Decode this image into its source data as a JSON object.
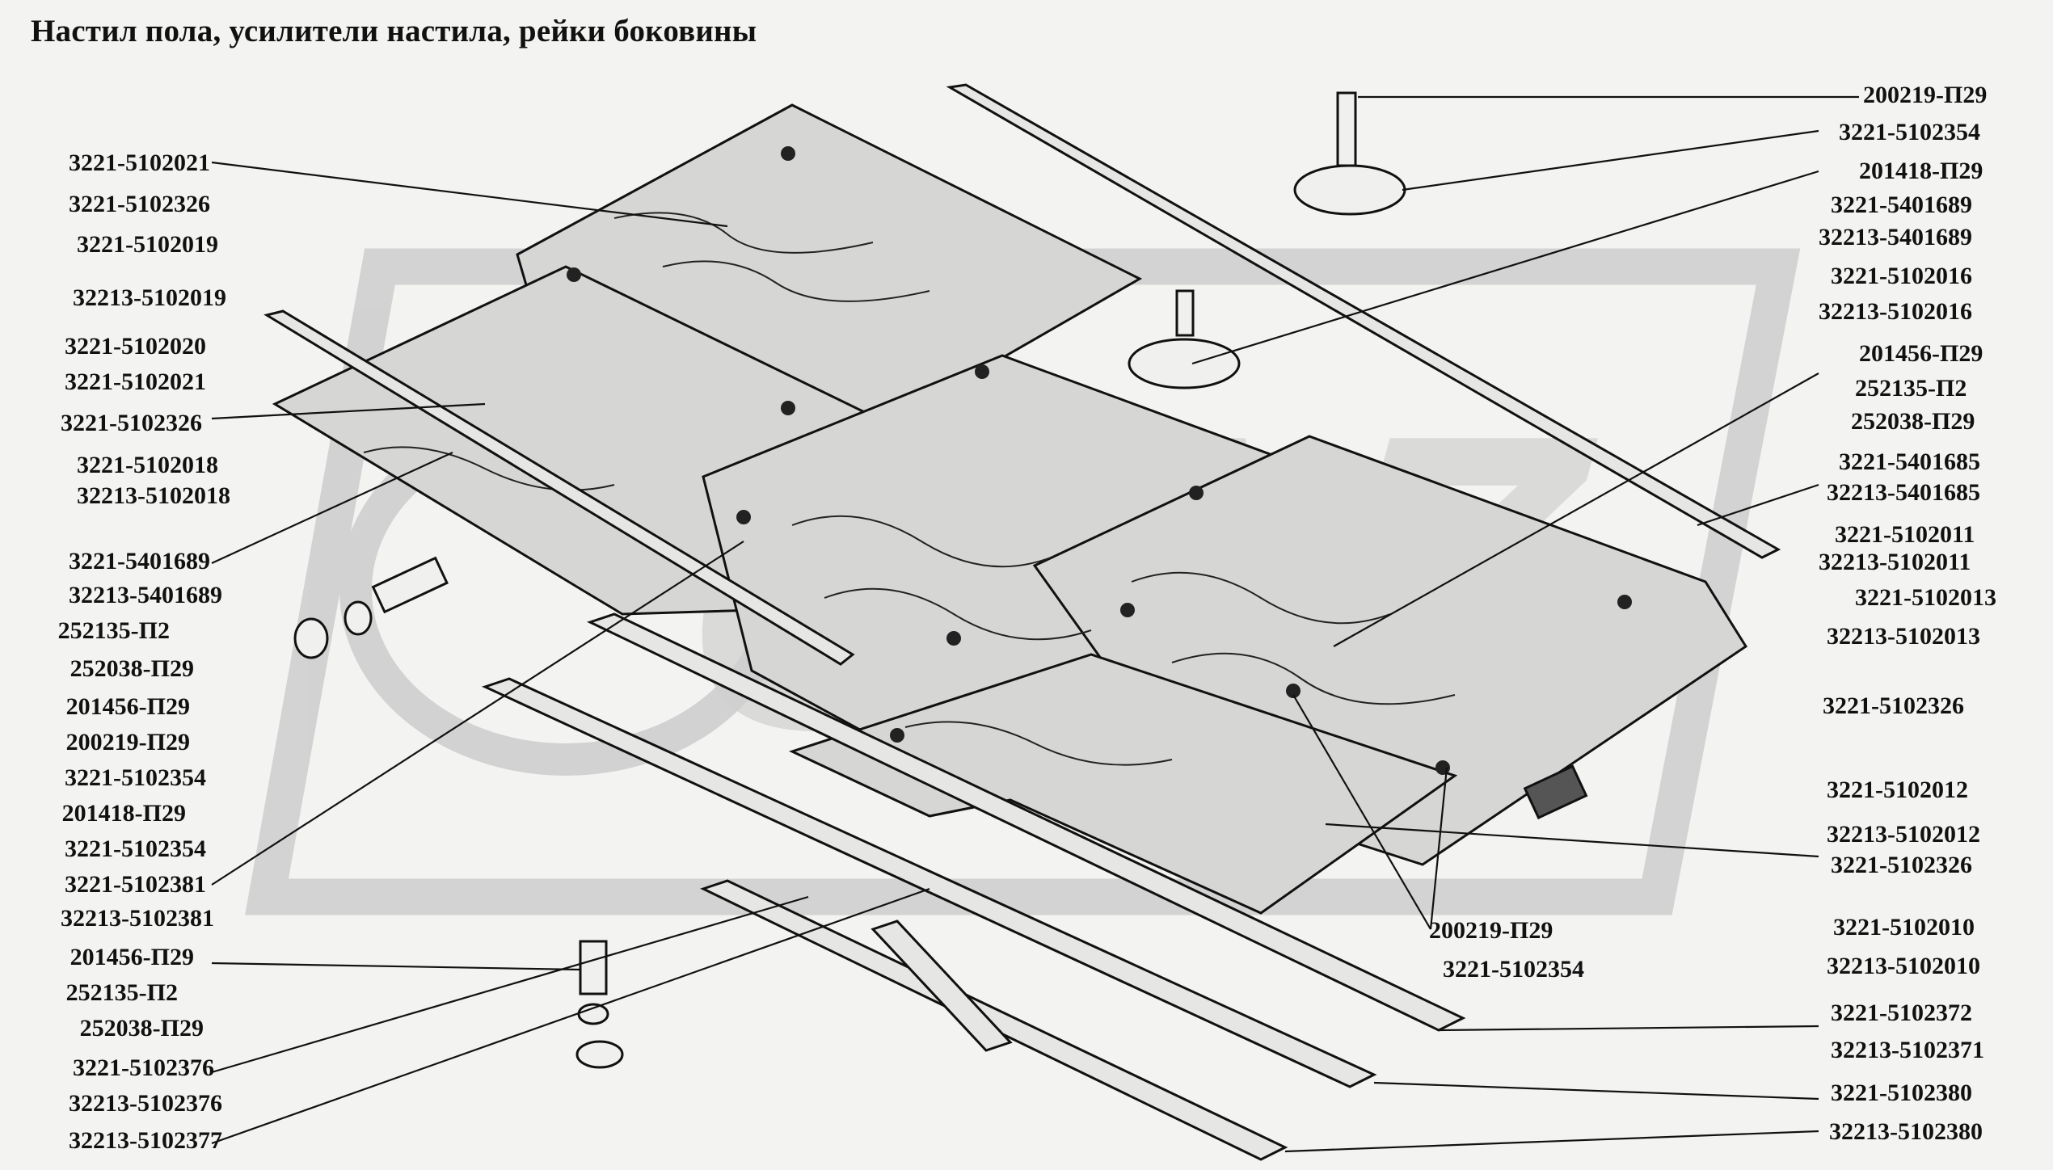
{
  "title": "Настил пола, усилители настила, рейки боковины",
  "watermark": "GAZ",
  "colors": {
    "line": "#111111",
    "panel": "#d9d9d7",
    "watermark": "#c9c9c9",
    "background": "#f3f3f1"
  },
  "labels_left": [
    "3221-5102021",
    "3221-5102326",
    "3221-5102019",
    "32213-5102019",
    "3221-5102020",
    "3221-5102021",
    "3221-5102326",
    "3221-5102018",
    "32213-5102018",
    "3221-5401689",
    "32213-5401689",
    "252135-П2",
    "252038-П29",
    "201456-П29",
    "200219-П29",
    "3221-5102354",
    "201418-П29",
    "3221-5102354",
    "3221-5102381",
    "32213-5102381",
    "201456-П29",
    "252135-П2",
    "252038-П29",
    "3221-5102376",
    "32213-5102376",
    "32213-5102377"
  ],
  "labels_right": [
    "200219-П29",
    "3221-5102354",
    "201418-П29",
    "3221-5401689",
    "32213-5401689",
    "3221-5102016",
    "32213-5102016",
    "201456-П29",
    "252135-П2",
    "252038-П29",
    "3221-5401685",
    "32213-5401685",
    "3221-5102011",
    "32213-5102011",
    "3221-5102013",
    "32213-5102013",
    "3221-5102326",
    "3221-5102012",
    "32213-5102012",
    "3221-5102326",
    "3221-5102010",
    "32213-5102010",
    "3221-5102372",
    "32213-5102371",
    "3221-5102380",
    "32213-5102380"
  ],
  "labels_floating": [
    "200219-П29",
    "3221-5102354"
  ]
}
